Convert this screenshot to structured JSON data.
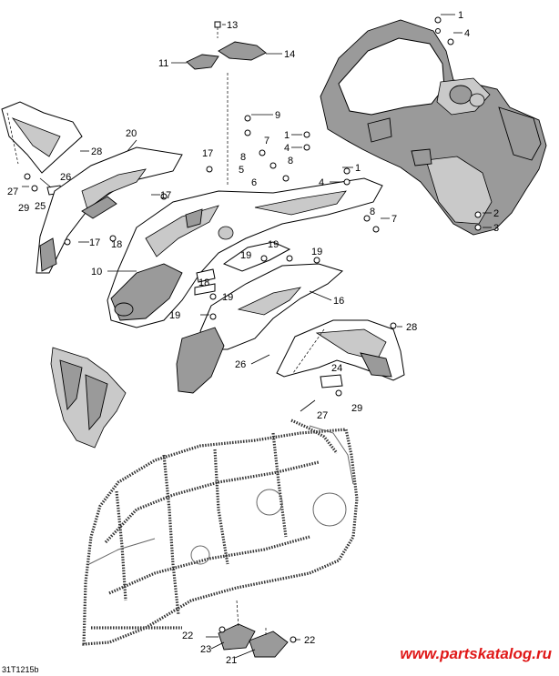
{
  "figure": {
    "ref_code": "31T1215b",
    "watermark": "www.partskatalog.ru"
  },
  "callouts": {
    "c1a": "1",
    "c1b": "1",
    "c1c": "1",
    "c2": "2",
    "c3": "3",
    "c4a": "4",
    "c4b": "4",
    "c4c": "4",
    "c5": "5",
    "c6": "6",
    "c7a": "7",
    "c7b": "7",
    "c8a": "8",
    "c8b": "8",
    "c8c": "8",
    "c9": "9",
    "c10": "10",
    "c11": "11",
    "c13": "13",
    "c14": "14",
    "c16": "16",
    "c17a": "17",
    "c17b": "17",
    "c17c": "17",
    "c18a": "18",
    "c18b": "18",
    "c19a": "19",
    "c19b": "19",
    "c19c": "19",
    "c19d": "19",
    "c20": "20",
    "c21": "21",
    "c22a": "22",
    "c22b": "22",
    "c23": "23",
    "c24": "24",
    "c25": "25",
    "c26a": "26",
    "c26b": "26",
    "c27a": "27",
    "c27b": "27",
    "c28a": "28",
    "c28b": "28",
    "c29a": "29",
    "c29b": "29"
  }
}
